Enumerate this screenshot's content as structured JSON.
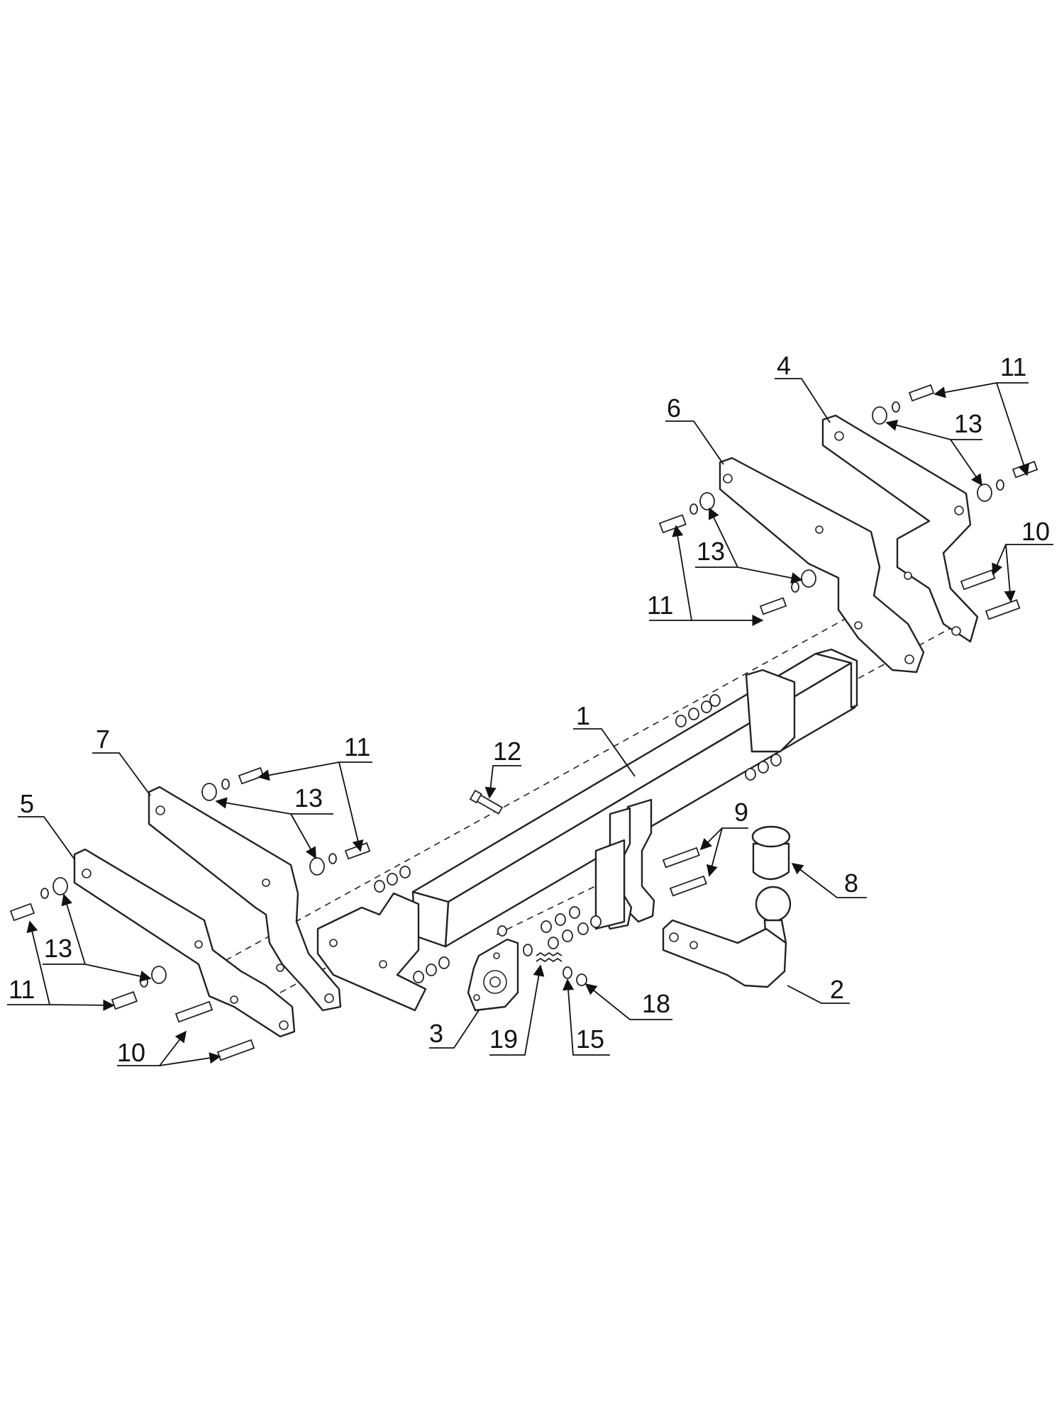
{
  "labels": {
    "l1": "1",
    "l2": "2",
    "l3": "3",
    "l4": "4",
    "l5": "5",
    "l6": "6",
    "l7": "7",
    "l8": "8",
    "l9": "9",
    "l10": "10",
    "l11": "11",
    "l12": "12",
    "l13": "13",
    "l15": "15",
    "l18": "18",
    "l19": "19"
  },
  "colors": {
    "line": "#222222",
    "background": "#ffffff"
  }
}
